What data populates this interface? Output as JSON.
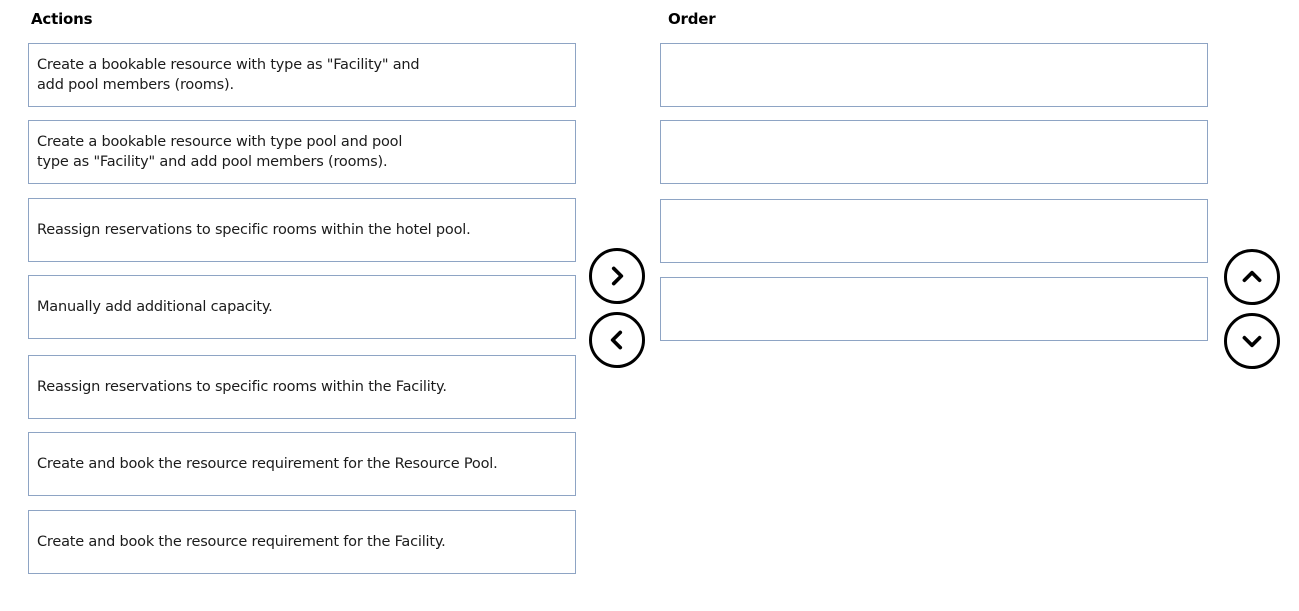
{
  "headings": {
    "actions": "Actions",
    "order": "Order"
  },
  "actions": [
    {
      "label": "Create a bookable resource with type as \"Facility\" and\nadd pool members  (rooms)."
    },
    {
      "label": "Create a bookable resource with type pool and pool\ntype as \"Facility\" and add pool members  (rooms)."
    },
    {
      "label": "Reassign reservations to specific rooms within the hotel pool."
    },
    {
      "label": "Manually add additional capacity."
    },
    {
      "label": "Reassign reservations to specific rooms within the Facility."
    },
    {
      "label": "Create and book the resource requirement for the Resource Pool."
    },
    {
      "label": "Create and book the resource requirement for the Facility."
    }
  ],
  "order_slots": [
    {
      "label": ""
    },
    {
      "label": ""
    },
    {
      "label": ""
    },
    {
      "label": ""
    }
  ],
  "controls": {
    "move_right_icon": "chevron-right-icon",
    "move_left_icon": "chevron-left-icon",
    "move_up_icon": "chevron-up-icon",
    "move_down_icon": "chevron-down-icon"
  },
  "colors": {
    "box_border": "#8ea4c4",
    "button_border": "#000000"
  }
}
